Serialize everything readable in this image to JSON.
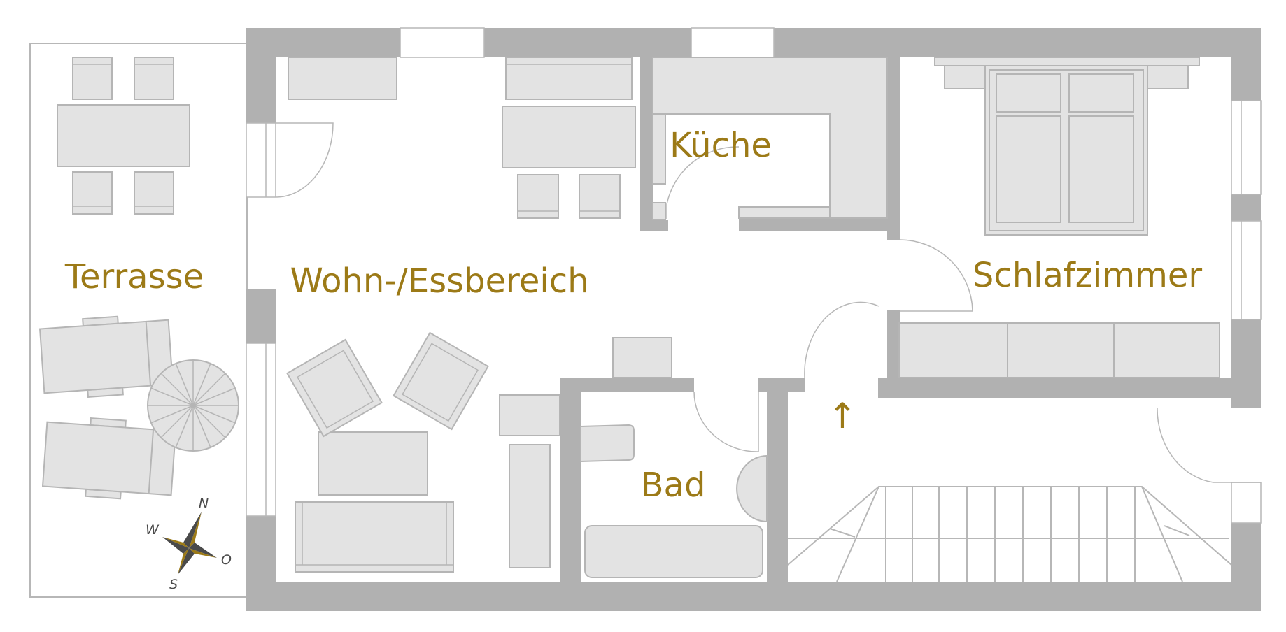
{
  "rooms": {
    "terrasse": "Terrasse",
    "wohn": "Wohn-/Essbereich",
    "kueche": "Küche",
    "schlaf": "Schlafzimmer",
    "bad": "Bad"
  },
  "stair_arrow": "↑",
  "compass": {
    "n": "N",
    "s": "S",
    "w": "W",
    "o": "O"
  },
  "colors": {
    "wall": "#b1b1b1",
    "furniture_fill": "#e3e3e3",
    "furniture_stroke": "#b5b5b5",
    "line": "#b7b7b7",
    "label": "#9c7a17",
    "compass_gold": "#9c7a17",
    "compass_dark": "#4a4a4a"
  }
}
